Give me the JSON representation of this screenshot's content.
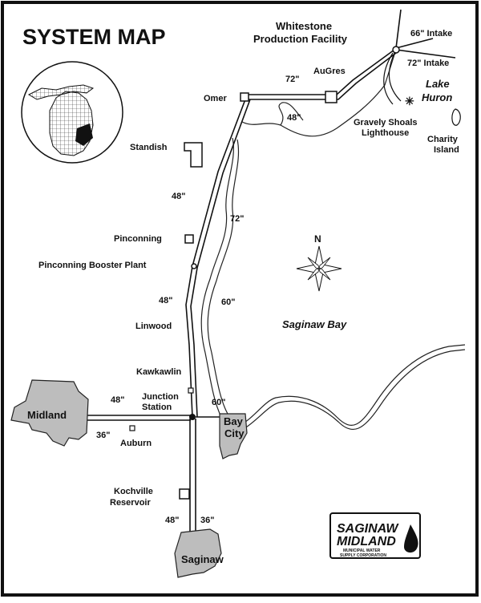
{
  "title": "SYSTEM MAP",
  "labels": {
    "facility_line1": "Whitestone",
    "facility_line2": "Production Facility",
    "intake_66": "66\" Intake",
    "intake_72": "72\" Intake",
    "lake_line1": "Lake",
    "lake_line2": "Huron",
    "augres": "AuGres",
    "omer": "Omer",
    "pipe_72_top": "72\"",
    "pipe_48_top": "48\"",
    "gravely_line1": "Gravely Shoals",
    "gravely_line2": "Lighthouse",
    "charity_line1": "Charity",
    "charity_line2": "Island",
    "standish": "Standish",
    "pipe_48_a": "48\"",
    "pipe_72_a": "72\"",
    "pinconning": "Pinconning",
    "booster": "Pinconning Booster Plant",
    "north": "N",
    "pipe_48_b": "48\"",
    "pipe_60_b": "60\"",
    "linwood": "Linwood",
    "saginaw_bay": "Saginaw Bay",
    "kawkawlin": "Kawkawlin",
    "junction_line1": "Junction",
    "junction_line2": "Station",
    "pipe_48_c": "48\"",
    "pipe_60_c": "60\"",
    "midland": "Midland",
    "pipe_36_c": "36\"",
    "auburn": "Auburn",
    "bay_line1": "Bay",
    "bay_line2": "City",
    "kochville_line1": "Kochville",
    "kochville_line2": "Reservoir",
    "pipe_48_d": "48\"",
    "pipe_36_d": "36\"",
    "saginaw": "Saginaw"
  },
  "logo": {
    "line1": "SAGINAW",
    "line2": "MIDLAND",
    "sub1": "MUNICIPAL WATER",
    "sub2": "SUPPLY CORPORATION"
  }
}
